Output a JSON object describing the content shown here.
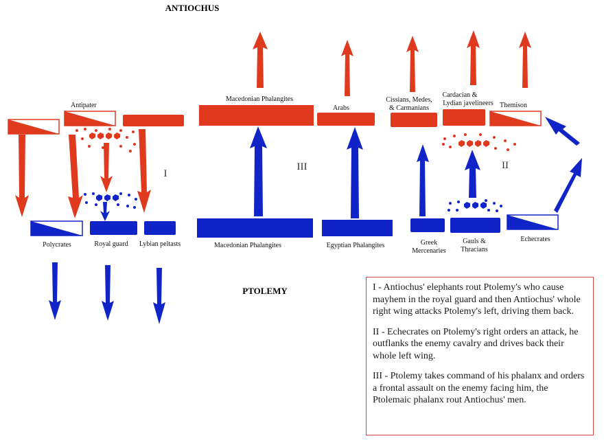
{
  "colors": {
    "antiochus": "#e03a1e",
    "ptolemy": "#1024c8",
    "legend_border": "#d34545"
  },
  "titles": {
    "antiochus": "ANTIOCHUS",
    "ptolemy": "PTOLEMY"
  },
  "sectors": {
    "one": "I",
    "two": "II",
    "three": "III"
  },
  "antiochus_units": {
    "antipater": "Antipater",
    "macedonian_phalangites": "Macedonian Phalangites",
    "arabs": "Arabs",
    "cissians_line1": "Cissians, Medes,",
    "cissians_line2": "& Carmanians",
    "cardacian_line1": "Cardacian &",
    "cardacian_line2": "Lydian javelineers",
    "themison": "Themison"
  },
  "ptolemy_units": {
    "polycrates": "Polycrates",
    "royal_guard": "Royal guard",
    "lybian_peltasts": "Lybian peltasts",
    "macedonian_phalangites": "Macedonian Phalangites",
    "egyptian_phalangites": "Egyptian Phalangites",
    "greek_line1": "Greek",
    "greek_line2": "Mercenaries",
    "gauls_line1": "Gauls &",
    "gauls_line2": "Thracians",
    "echecrates": "Echecrates"
  },
  "legend": [
    "I - Antiochus' elephants rout Ptolemy's who cause mayhem in the royal guard and then Antiochus' whole right wing attacks Ptolemy's left, driving them back.",
    "II - Echecrates on Ptolemy's right orders an attack, he outflanks the enemy cavalry and drives back their whole left wing.",
    "III - Ptolemy takes command of his phalanx and orders a frontal assault on the enemy facing him, the Ptolemaic phalanx rout Antiochus' men."
  ]
}
